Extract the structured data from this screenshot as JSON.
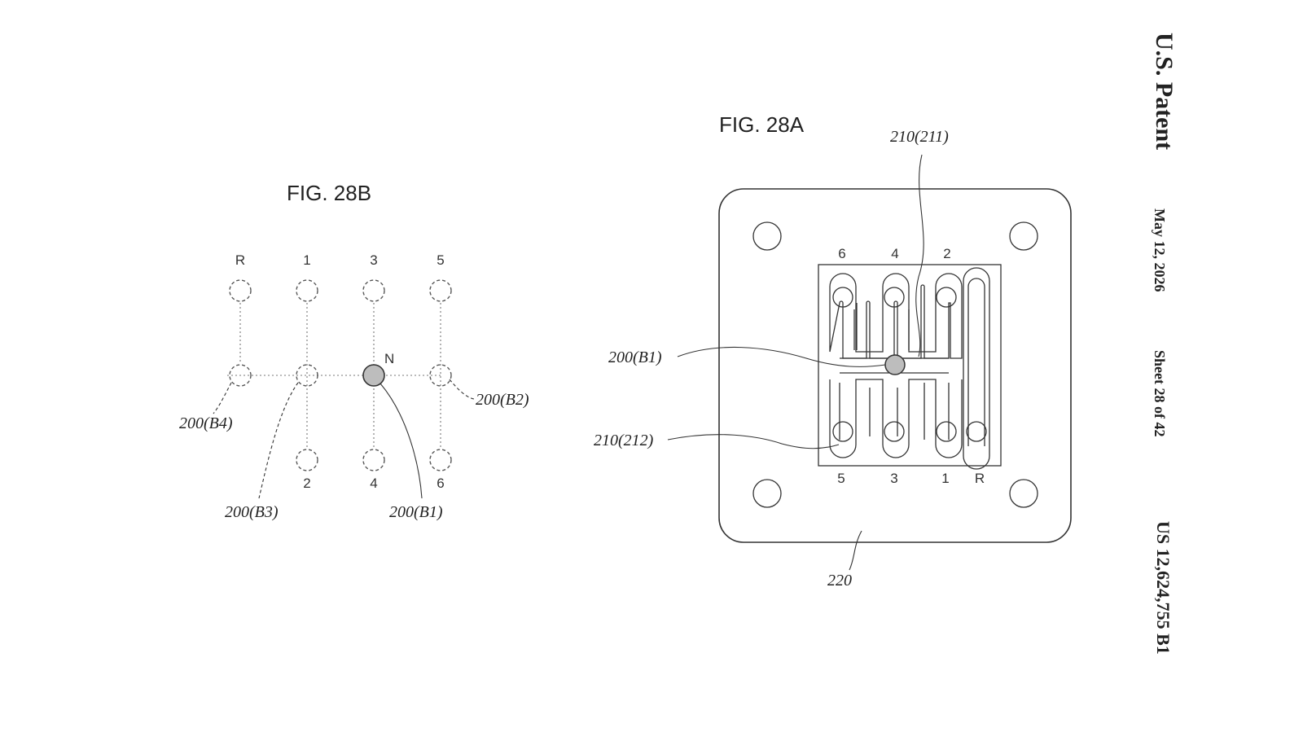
{
  "header": {
    "title": "U.S. Patent",
    "date": "May 12, 2026",
    "sheet": "Sheet 28 of 42",
    "patent_number": "US 12,624,755 B1"
  },
  "fig28b": {
    "title": "FIG. 28B",
    "top_labels": [
      "R",
      "1",
      "3",
      "5"
    ],
    "bottom_labels": [
      "2",
      "4",
      "6"
    ],
    "neutral_label": "N",
    "refs": {
      "b4": "200(B4)",
      "b3": "200(B3)",
      "b1": "200(B1)",
      "b2": "200(B2)"
    }
  },
  "fig28a": {
    "title": "FIG. 28A",
    "top_labels": [
      "6",
      "4",
      "2"
    ],
    "bottom_labels": [
      "5",
      "3",
      "1",
      "R"
    ],
    "refs": {
      "r211": "210(211)",
      "b1": "200(B1)",
      "r212": "210(212)",
      "r220": "220"
    }
  }
}
